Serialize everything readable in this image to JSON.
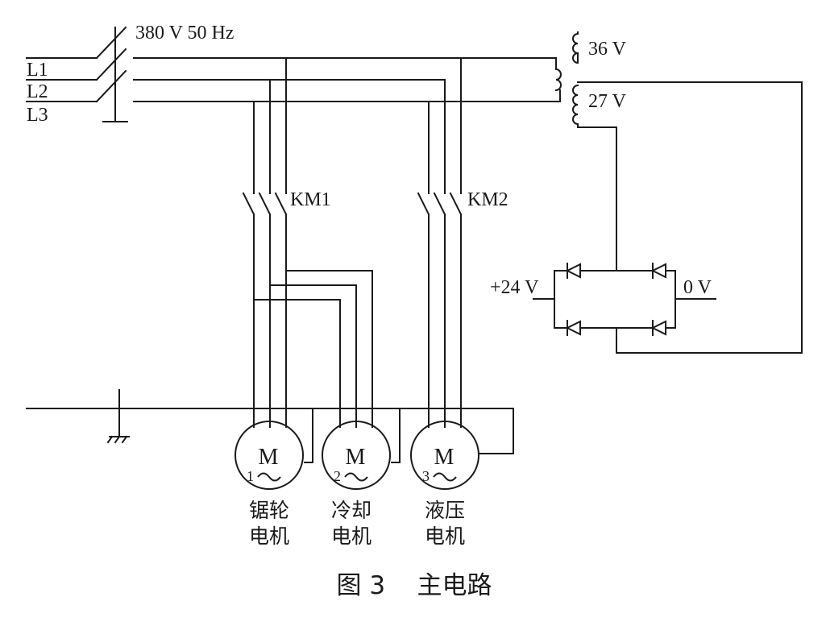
{
  "supply": {
    "spec": "380 V  50 Hz",
    "phases": [
      "L1",
      "L2",
      "L3"
    ]
  },
  "contactors": [
    "KM1",
    "KM2"
  ],
  "transformer": {
    "primary_tap": "36 V",
    "secondary_tap": "27 V"
  },
  "rectifier": {
    "positive": "+24 V",
    "negative": "0 V"
  },
  "motors": [
    {
      "symbol": "M",
      "number": "1",
      "name_line1": "锯轮",
      "name_line2": "电机"
    },
    {
      "symbol": "M",
      "number": "2",
      "name_line1": "冷却",
      "name_line2": "电机"
    },
    {
      "symbol": "M",
      "number": "3",
      "name_line1": "液压",
      "name_line2": "电机"
    }
  ],
  "caption": "图 3    主电路"
}
